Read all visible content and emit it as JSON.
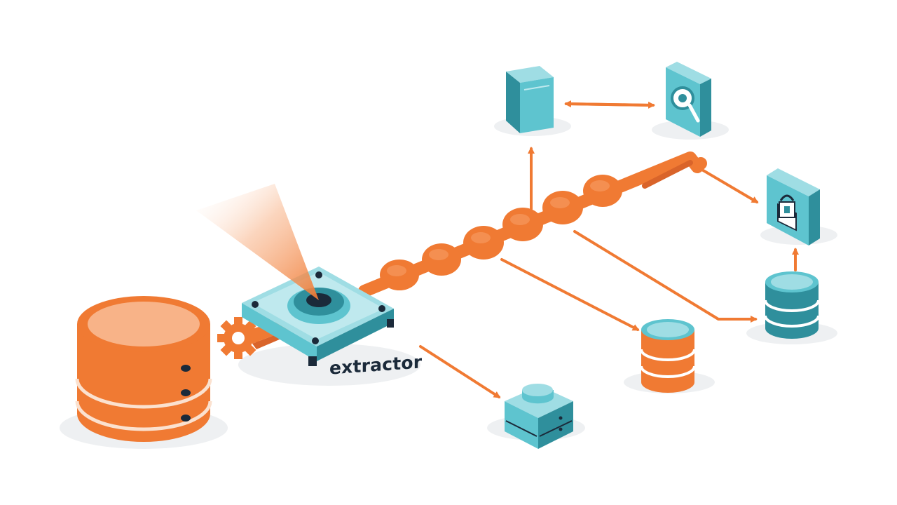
{
  "diagram": {
    "labels": {
      "extractor": "extractor"
    },
    "colors": {
      "orange": "#f07a33",
      "orange_dark": "#d9642a",
      "orange_light": "#f8b388",
      "teal": "#5ec4cf",
      "teal_dark": "#2f8f9c",
      "teal_light": "#9fdde4",
      "ink": "#1b2a3a",
      "shadow": "#eef0f2"
    },
    "nodes": [
      {
        "name": "source-database",
        "icon": "database-icon",
        "color": "orange"
      },
      {
        "name": "extractor-device",
        "icon": "extractor-icon",
        "color": "teal"
      },
      {
        "name": "gear",
        "icon": "gear-icon",
        "color": "orange"
      },
      {
        "name": "book",
        "icon": "book-icon",
        "color": "teal"
      },
      {
        "name": "search-tile",
        "icon": "search-icon",
        "color": "teal"
      },
      {
        "name": "lock-tile",
        "icon": "lock-icon",
        "color": "teal"
      },
      {
        "name": "teal-database",
        "icon": "database-icon",
        "color": "teal"
      },
      {
        "name": "orange-database",
        "icon": "database-icon",
        "color": "orange"
      },
      {
        "name": "server-box",
        "icon": "server-icon",
        "color": "teal"
      }
    ]
  }
}
